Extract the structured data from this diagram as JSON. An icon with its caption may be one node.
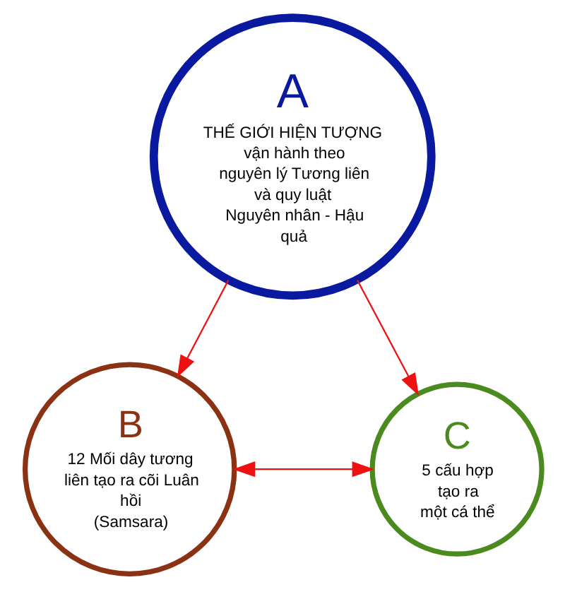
{
  "diagram": {
    "nodes": [
      {
        "text": [
          "A",
          "THẾ GIỚI HIỆN TƯỢNG vận hành theo nguyên lý Tương liên và quy luật Nguyên nhân - Hậu quả"
        ]
      },
      {
        "text": [
          "B",
          "12 Mối dây tương liên tạo ra cõi Luân hồi (Samsara)"
        ]
      },
      {
        "text": [
          "C",
          "5 cấu hợp tạo ra một cá thể"
        ]
      }
    ],
    "edges": [
      {
        "from": 0,
        "to": 1,
        "arrow": "to",
        "color": "#ee1111"
      },
      {
        "from": 0,
        "to": 2,
        "arrow": "to",
        "color": "#ee1111"
      },
      {
        "from": 1,
        "to": 2,
        "arrow": "both",
        "color": "#ee1111"
      }
    ]
  }
}
